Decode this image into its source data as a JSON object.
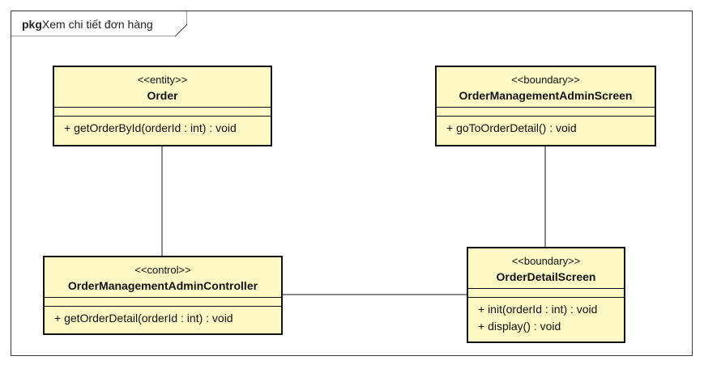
{
  "package": {
    "keyword": "pkg",
    "name": "Xem chi tiết đơn hàng"
  },
  "classes": {
    "order": {
      "stereotype": "<<entity>>",
      "name": "Order",
      "operations": [
        "+ getOrderById(orderId : int) : void"
      ]
    },
    "admin_screen": {
      "stereotype": "<<boundary>>",
      "name": "OrderManagementAdminScreen",
      "operations": [
        "+ goToOrderDetail() : void"
      ]
    },
    "controller": {
      "stereotype": "<<control>>",
      "name": "OrderManagementAdminController",
      "operations": [
        "+ getOrderDetail(orderId : int) : void"
      ]
    },
    "detail_screen": {
      "stereotype": "<<boundary>>",
      "name": "OrderDetailScreen",
      "operations": [
        "+ init(orderId : int) : void",
        "+ display() : void"
      ]
    }
  },
  "colors": {
    "class_fill": "#fdf8c4",
    "border": "#111111"
  }
}
